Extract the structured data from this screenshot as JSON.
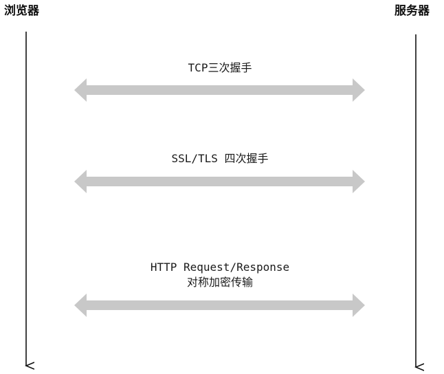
{
  "actors": {
    "left": "浏览器",
    "right": "服务器"
  },
  "messages": [
    {
      "lines": [
        "TCP三次握手"
      ]
    },
    {
      "lines": [
        "SSL/TLS 四次握手"
      ]
    },
    {
      "lines": [
        "HTTP Request/Response",
        "对称加密传输"
      ]
    }
  ],
  "colors": {
    "lifeline": "#111111",
    "arrow": "#c8c8c8",
    "text": "#1a1a1a"
  }
}
